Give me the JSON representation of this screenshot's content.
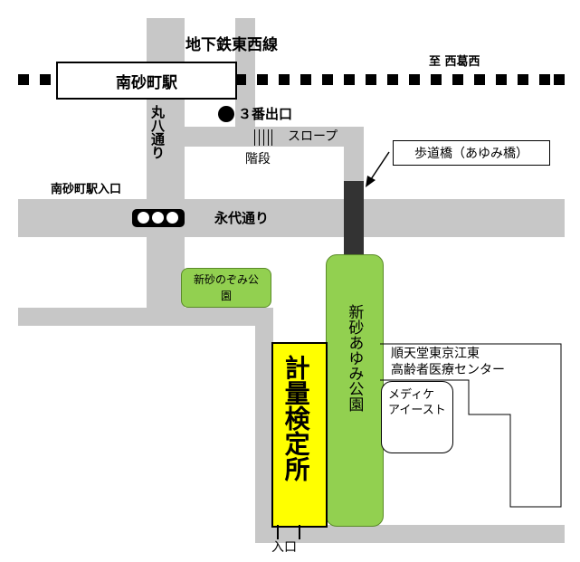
{
  "map": {
    "line_name": "地下鉄東西線",
    "direction": "至 西葛西",
    "station": "南砂町駅",
    "exit": "３番出口",
    "slope": "スロープ",
    "stairs": "階段",
    "footbridge": "歩道橋（あゆみ橋）",
    "maru_hachi": "丸八通り",
    "station_entrance": "南砂町駅入口",
    "eitai": "永代通り",
    "nozomi_park": "新砂のぞみ公園",
    "ayumi_park": "新砂あゆみ公園",
    "hospital": "順天堂東京江東\n高齢者医療センター",
    "mediq": "メディケ\nアイースト",
    "target": "計量検定所",
    "entrance": "入口"
  },
  "colors": {
    "road": "#c7c7c7",
    "park": "#92d050",
    "target": "#ffff00",
    "bridge": "#333333"
  }
}
